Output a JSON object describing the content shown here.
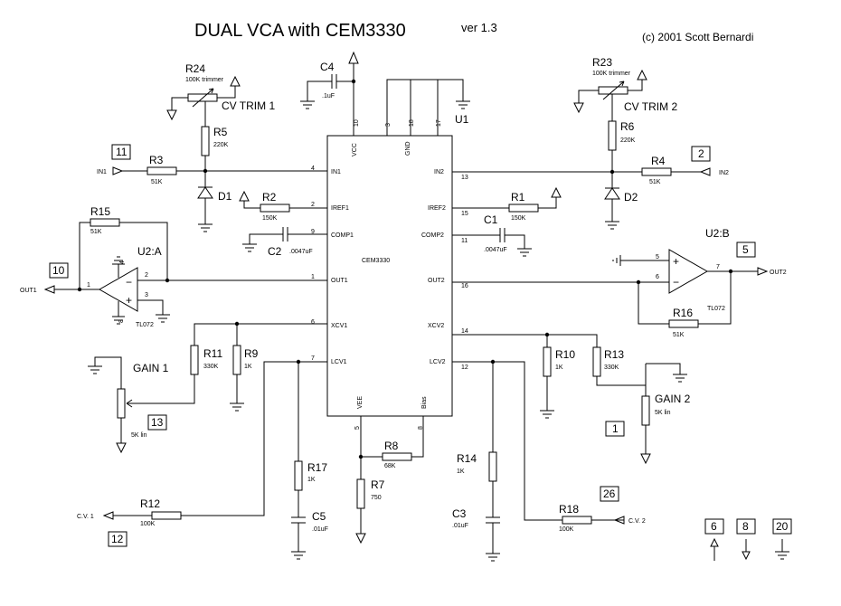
{
  "title": "DUAL VCA with CEM3330",
  "version": "ver 1.3",
  "copyright": "(c) 2001 Scott Bernardi",
  "ic": {
    "u1": "U1",
    "name": "CEM3330",
    "top_pins": {
      "vcc": "VCC",
      "gnd": "GND",
      "n10": "10",
      "n3": "3",
      "n18": "18",
      "n17": "17"
    },
    "bottom_pins": {
      "vee": "VEE",
      "bias": "Bias",
      "n5": "5",
      "n8": "8"
    },
    "left_pins": [
      {
        "num": "4",
        "name": "IN1"
      },
      {
        "num": "2",
        "name": "IREF1"
      },
      {
        "num": "9",
        "name": "COMP1"
      },
      {
        "num": "1",
        "name": "OUT1"
      },
      {
        "num": "6",
        "name": "XCV1"
      },
      {
        "num": "7",
        "name": "LCV1"
      }
    ],
    "right_pins": [
      {
        "num": "13",
        "name": "IN2"
      },
      {
        "num": "15",
        "name": "IREF2"
      },
      {
        "num": "11",
        "name": "COMP2"
      },
      {
        "num": "16",
        "name": "OUT2"
      },
      {
        "num": "14",
        "name": "XCV2"
      },
      {
        "num": "12",
        "name": "LCV2"
      }
    ]
  },
  "opamps": {
    "a": {
      "name": "U2:A",
      "part": "TL072",
      "p4": "4",
      "p8": "8",
      "p2": "2",
      "p3": "3",
      "p1": "1"
    },
    "b": {
      "name": "U2:B",
      "part": "TL072",
      "p5": "5",
      "p6": "6",
      "p7": "7"
    }
  },
  "components": {
    "R24": {
      "ref": "R24",
      "value": "100K trimmer",
      "note": "CV TRIM 1"
    },
    "R23": {
      "ref": "R23",
      "value": "100K trimmer",
      "note": "CV TRIM 2"
    },
    "R5": {
      "ref": "R5",
      "value": "220K"
    },
    "R6": {
      "ref": "R6",
      "value": "220K"
    },
    "R3": {
      "ref": "R3",
      "value": "51K"
    },
    "R4": {
      "ref": "R4",
      "value": "51K"
    },
    "D1": {
      "ref": "D1"
    },
    "D2": {
      "ref": "D2"
    },
    "R2": {
      "ref": "R2",
      "value": "150K"
    },
    "R1": {
      "ref": "R1",
      "value": "150K"
    },
    "C2": {
      "ref": "C2",
      "value": ".0047uF"
    },
    "C1": {
      "ref": "C1",
      "value": ".0047uF"
    },
    "C4": {
      "ref": "C4",
      "value": ".1uF"
    },
    "R15": {
      "ref": "R15",
      "value": "51K"
    },
    "R16": {
      "ref": "R16",
      "value": "51K"
    },
    "R11": {
      "ref": "R11",
      "value": "330K"
    },
    "R9": {
      "ref": "R9",
      "value": "1K"
    },
    "R10": {
      "ref": "R10",
      "value": "1K"
    },
    "R13": {
      "ref": "R13",
      "value": "330K"
    },
    "GAIN1": {
      "ref": "GAIN 1",
      "value": "5K lin"
    },
    "GAIN2": {
      "ref": "GAIN 2",
      "value": "5K lin"
    },
    "R17": {
      "ref": "R17",
      "value": "1K"
    },
    "C5": {
      "ref": "C5",
      "value": ".01uF"
    },
    "R12": {
      "ref": "R12",
      "value": "100K"
    },
    "R8": {
      "ref": "R8",
      "value": "68K"
    },
    "R7": {
      "ref": "R7",
      "value": "750"
    },
    "R14": {
      "ref": "R14",
      "value": "1K"
    },
    "C3": {
      "ref": "C3",
      "value": ".01uF"
    },
    "R18": {
      "ref": "R18",
      "value": "100K"
    }
  },
  "signals": {
    "in1": "IN1",
    "in2": "IN2",
    "out1": "OUT1",
    "out2": "OUT2",
    "cv1": "C.V. 1",
    "cv2": "C.V. 2"
  },
  "boxes": {
    "b11": "11",
    "b2": "2",
    "b10": "10",
    "b5": "5",
    "b13": "13",
    "b1": "1",
    "b12": "12",
    "b26": "26",
    "b6": "6",
    "b8": "8",
    "b20": "20"
  }
}
